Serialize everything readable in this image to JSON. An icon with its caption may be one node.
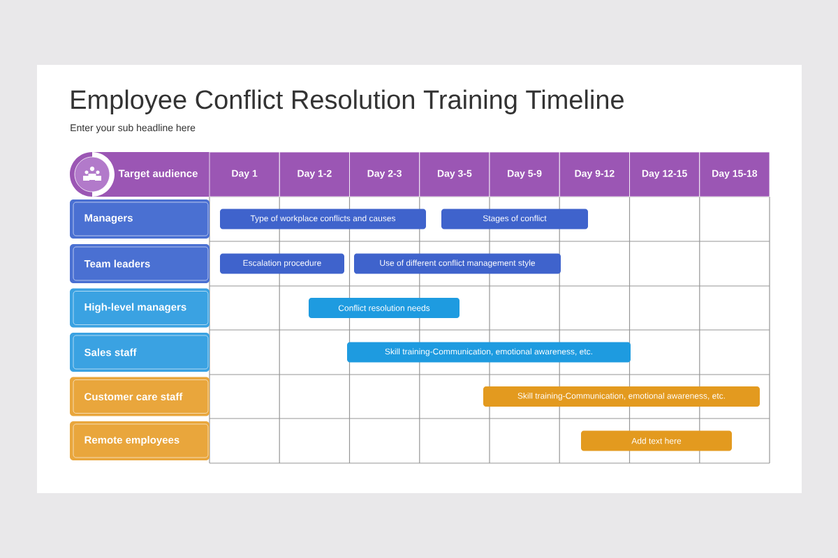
{
  "diagram": {
    "title": "Employee Conflict Resolution Training Timeline",
    "nodes": [
      {
        "text": [
          "Target audience"
        ]
      },
      {
        "text": [
          "Day 1"
        ]
      },
      {
        "text": [
          "Day 1-2"
        ]
      },
      {
        "text": [
          "Day 2-3"
        ]
      },
      {
        "text": [
          "Day 3-5"
        ]
      },
      {
        "text": [
          "Day 5-9"
        ]
      },
      {
        "text": [
          "Day 9-12"
        ]
      },
      {
        "text": [
          "Day 12-15"
        ]
      },
      {
        "text": [
          "Day 15-18"
        ]
      },
      {
        "text": [
          "Managers"
        ]
      },
      {
        "text": [
          "Type of workplace conflicts and causes"
        ]
      },
      {
        "text": [
          "Stages of conflict"
        ]
      },
      {
        "text": [
          "Team leaders"
        ]
      },
      {
        "text": [
          "Escalation procedure"
        ]
      },
      {
        "text": [
          "Use of different conflict management style"
        ]
      },
      {
        "text": [
          "High-level managers"
        ]
      },
      {
        "text": [
          "Conflict resolution needs"
        ]
      },
      {
        "text": [
          "Sales staff"
        ]
      },
      {
        "text": [
          "Skill training-Communication, emotional awareness, etc."
        ]
      },
      {
        "text": [
          "Customer care staff"
        ]
      },
      {
        "text": [
          "Skill training-Communication, emotional awareness, etc."
        ]
      },
      {
        "text": [
          "Remote employees"
        ]
      },
      {
        "text": [
          "Add text here"
        ]
      }
    ],
    "labels": [
      "Enter your sub headline here"
    ]
  }
}
